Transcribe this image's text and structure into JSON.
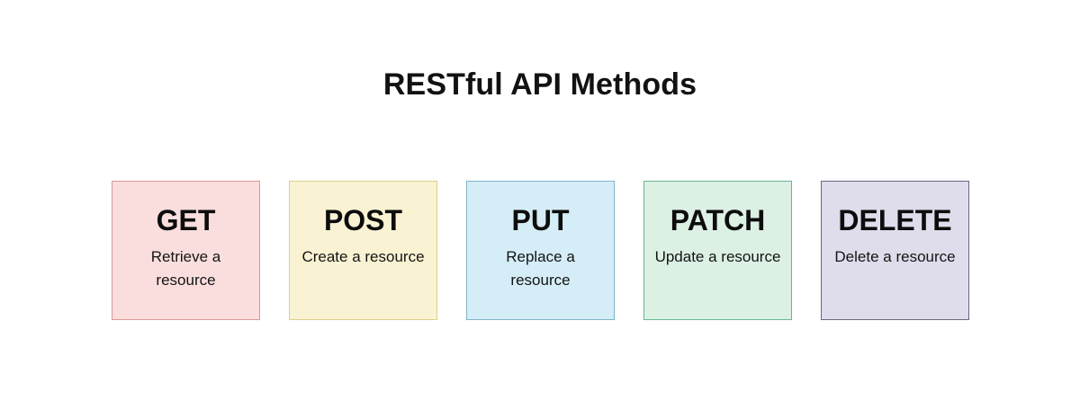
{
  "page": {
    "title": "RESTful API Methods",
    "background_color": "#ffffff",
    "title_color": "#121212"
  },
  "cards": [
    {
      "method": "GET",
      "description": "Retrieve a resource",
      "fill_color": "#fadedd",
      "border_color": "#d99a96"
    },
    {
      "method": "POST",
      "description": "Create a resource",
      "fill_color": "#faf3d3",
      "border_color": "#ded08a"
    },
    {
      "method": "PUT",
      "description": "Replace a resource",
      "fill_color": "#d5edf7",
      "border_color": "#7fb5c9"
    },
    {
      "method": "PATCH",
      "description": "Update a resource",
      "fill_color": "#dcf0e4",
      "border_color": "#67b891"
    },
    {
      "method": "DELETE",
      "description": "Delete a resource",
      "fill_color": "#dfddeb",
      "border_color": "#6e6482"
    }
  ]
}
